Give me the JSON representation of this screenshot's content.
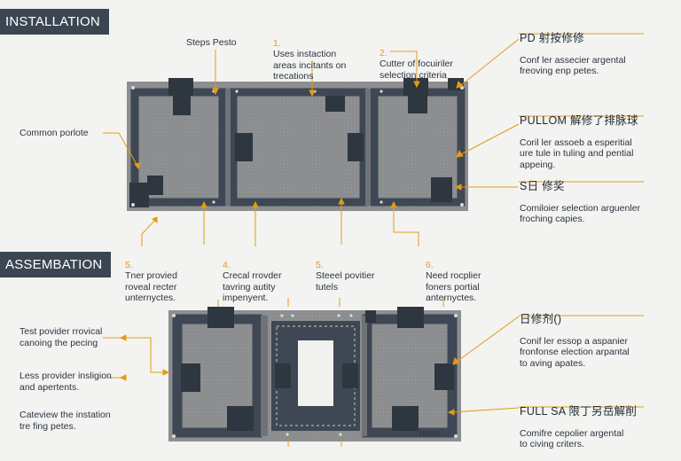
{
  "installation": {
    "section_label": "INSTALLATION",
    "top_left_label": "Steps Pesto",
    "left_label": "Common porlote",
    "numbered_notes": [
      {
        "num": "1.",
        "text": "Uses instaction\nareas incitants on\ntrecations"
      },
      {
        "num": "2.",
        "text": "Cutter of focuiriler\nselection criteria"
      },
      {
        "num": "5.",
        "text": "Tner provied\nroveal recter\nunternyctes."
      },
      {
        "num": "4.",
        "text": "Crecal rrovder\ntavring autity\nimpenyent."
      },
      {
        "num": "5.",
        "text": "Steeel povitier\ntutels"
      },
      {
        "num": "6.",
        "text": "Need rocplier\nfoners portial\nanternyctes."
      }
    ],
    "right_notes": [
      {
        "title": "PD 射按修修",
        "text": "Conf ler assecier argental\nfreoving enp petes."
      },
      {
        "title": "PULLOM 解修了排脉球",
        "text": "Coril ler assoeb a esperitial\nure tule in tuling and pential\nappeing."
      },
      {
        "title": "S日 修奖",
        "text": "Comiloier selection arguenler\nfroching capies."
      }
    ]
  },
  "assembly": {
    "section_label": "ASSEMBATION",
    "left_notes": [
      {
        "text": "Test povider rrovical\ncanoing the pecing"
      },
      {
        "text": "Less provider insligion\nand apertents."
      },
      {
        "text": "Cateview the instation\ntre fing petes."
      }
    ],
    "right_notes": [
      {
        "title": "日修剂()",
        "text": "Conif ler essop a aspanier\nfronfonse election arpantal\nto aving apates."
      },
      {
        "title": "FULL SA 限丁另岳解削",
        "text": "Comifre cepolier argental\nto civing criters."
      }
    ],
    "panel_mark": "YIDUG"
  },
  "colors": {
    "frame_gray": "#8a8c8e",
    "panel_dark": "#3e4753",
    "bracket_dark": "#2e3640",
    "accent_orange": "#e39c13",
    "label_bg": "#3b4652",
    "page_bg": "#f3f3f1"
  }
}
